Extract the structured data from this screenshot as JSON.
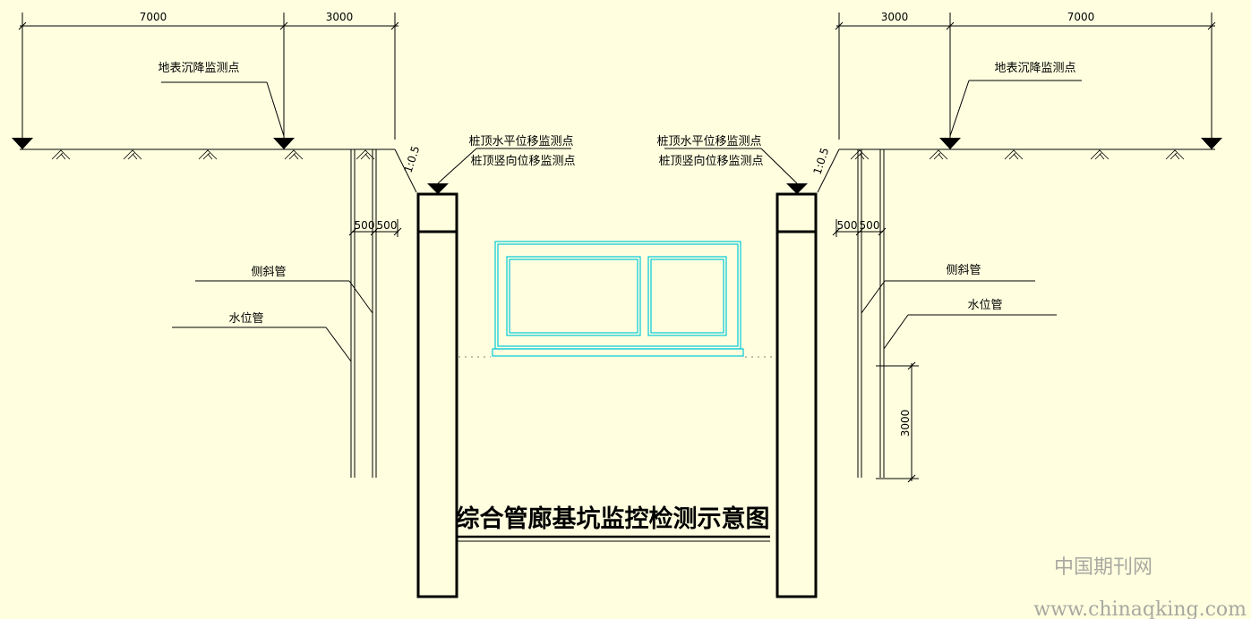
{
  "diagram": {
    "title": "综合管廊基坑监控检测示意图",
    "left": {
      "dim_top_wide": "7000",
      "dim_top_narrow": "3000",
      "surface_label": "地表沉降监测点",
      "pile_label_1": "桩顶水平位移监测点",
      "pile_label_2": "桩顶竖向位移监测点",
      "slope": "1:0.5",
      "dim_500_a": "500",
      "dim_500_b": "500",
      "inclinometer": "侧斜管",
      "water_tube": "水位管"
    },
    "right": {
      "dim_top_narrow": "3000",
      "dim_top_wide": "7000",
      "surface_label": "地表沉降监测点",
      "pile_label_1": "桩顶水平位移监测点",
      "pile_label_2": "桩顶竖向位移监测点",
      "slope": "1:0.5",
      "dim_500_a": "500",
      "dim_500_b": "500",
      "inclinometer": "侧斜管",
      "water_tube": "水位管",
      "dim_vertical": "3000"
    },
    "colors": {
      "background": "#ffffe0",
      "line": "#000000",
      "utility_tunnel": "#00c8d8",
      "watermark": "#a8a8a0"
    }
  },
  "watermark": {
    "cn": "中国期刊网",
    "url": "www.chinaqking.com"
  }
}
